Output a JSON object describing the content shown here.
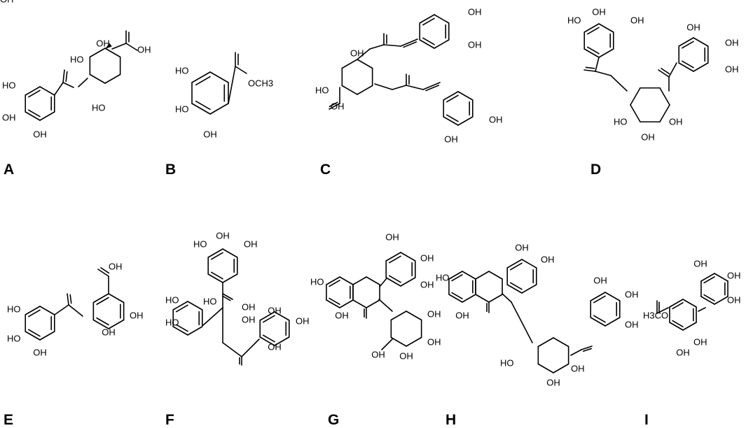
{
  "panels": [
    {
      "label": "A",
      "atoms": [
        "HO",
        "OH",
        "OH",
        "OH",
        "HO",
        "OH",
        "HO",
        "OH"
      ]
    },
    {
      "label": "B",
      "atoms": [
        "HO",
        "HO",
        "OH",
        "OCH3"
      ]
    },
    {
      "label": "C",
      "atoms": [
        "OH",
        "OH",
        "OH",
        "HO",
        "OH",
        "OH",
        "OH"
      ]
    },
    {
      "label": "D",
      "atoms": [
        "HO",
        "OH",
        "OH",
        "OH",
        "OH",
        "OH",
        "HO",
        "OH",
        "OH"
      ]
    },
    {
      "label": "E",
      "atoms": [
        "OH",
        "HO",
        "HO",
        "OH",
        "OH",
        "OH"
      ]
    },
    {
      "label": "F",
      "atoms": [
        "HO",
        "OH",
        "OH",
        "HO",
        "HO",
        "HO",
        "OH",
        "OH",
        "OH",
        "OH",
        "OH"
      ]
    },
    {
      "label": "G",
      "atoms": [
        "OH",
        "OH",
        "OH",
        "HO",
        "OH",
        "OH",
        "OH",
        "OH",
        "OH"
      ]
    },
    {
      "label": "H",
      "atoms": [
        "OH",
        "OH",
        "HO",
        "OH",
        "OH",
        "OH",
        "OH",
        "OH",
        "OH",
        "HO"
      ]
    },
    {
      "label": "I",
      "atoms": [
        "OH",
        "OH",
        "H3CO",
        "OH",
        "OH",
        "OH"
      ]
    }
  ]
}
